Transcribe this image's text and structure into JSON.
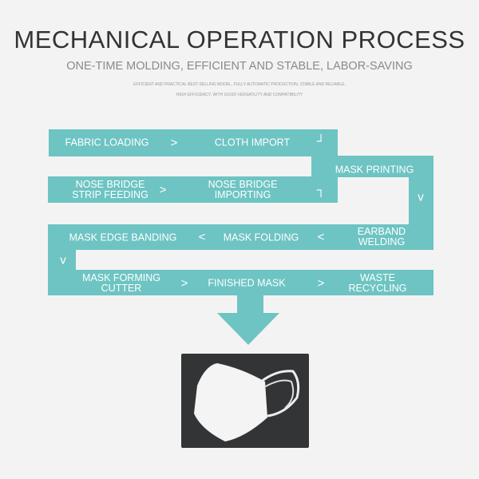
{
  "header": {
    "title": "MECHANICAL OPERATION PROCESS",
    "subtitle": "ONE-TIME MOLDING, EFFICIENT AND STABLE, LABOR-SAVING",
    "desc1": "EFFICIENT AND PRACTICAL BEST-SELLING MODEL, FULLY AUTOMATIC PRODUCTION, STABLE AND RELIABLE,",
    "desc2": "HIGH EFFICIENCY, WITH GOOD VERSATILITY AND COMPATIBILITY"
  },
  "steps": {
    "fabric_loading": "FABRIC LOADING",
    "cloth_import": "CLOTH IMPORT",
    "mask_printing": "MASK PRINTING",
    "nb_strip_1": "NOSE BRIDGE",
    "nb_strip_2": "STRIP FEEDING",
    "nb_import_1": "NOSE BRIDGE",
    "nb_import_2": "IMPORTING",
    "earband_1": "EARBAND",
    "earband_2": "WELDING",
    "mask_folding": "MASK FOLDING",
    "edge_banding": "MASK EDGE BANDING",
    "forming_1": "MASK FORMING",
    "forming_2": "CUTTER",
    "finished": "FINISHED MASK",
    "waste_1": "WASTE",
    "waste_2": "RECYCLING"
  },
  "arrows": {
    "right": ">",
    "left": "<",
    "down": "v",
    "corner1": "┘",
    "corner2": "┐"
  },
  "accent": "#6dc4c3"
}
